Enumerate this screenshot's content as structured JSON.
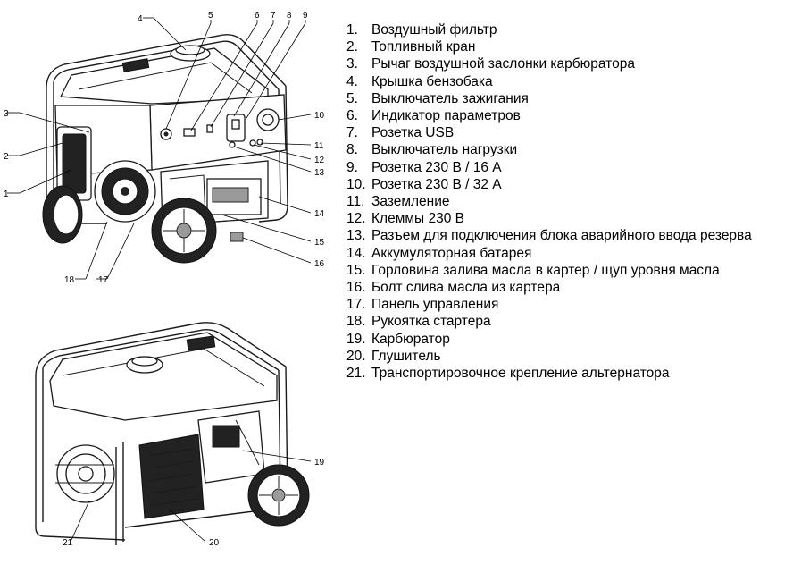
{
  "parts": [
    {
      "num": "1.",
      "label": "Воздушный фильтр"
    },
    {
      "num": "2.",
      "label": "Топливный кран"
    },
    {
      "num": "3.",
      "label": "Рычаг воздушной заслонки карбюратора"
    },
    {
      "num": "4.",
      "label": "Крышка бензобака"
    },
    {
      "num": "5.",
      "label": "Выключатель зажигания"
    },
    {
      "num": "6.",
      "label": "Индикатор параметров"
    },
    {
      "num": "7.",
      "label": "Розетка USB"
    },
    {
      "num": "8.",
      "label": "Выключатель нагрузки"
    },
    {
      "num": "9.",
      "label": "Розетка 230 В / 16 А"
    },
    {
      "num": "10.",
      "label": "Розетка 230 В / 32 А"
    },
    {
      "num": "11.",
      "label": "Заземление"
    },
    {
      "num": "12.",
      "label": "Клеммы 230 В"
    },
    {
      "num": "13.",
      "label": "Разъем для подключения блока аварийного ввода резерва"
    },
    {
      "num": "14.",
      "label": "Аккумуляторная батарея"
    },
    {
      "num": "15.",
      "label": "Горловина залива масла в картер / щуп уровня масла"
    },
    {
      "num": "16.",
      "label": "Болт слива масла из картера"
    },
    {
      "num": "17.",
      "label": "Панель управления"
    },
    {
      "num": "18.",
      "label": "Рукоятка стартера"
    },
    {
      "num": "19.",
      "label": "Карбюратор"
    },
    {
      "num": "20.",
      "label": "Глушитель"
    },
    {
      "num": "21.",
      "label": "Транспортировочное крепление альтернатора"
    }
  ],
  "callouts": [
    "1",
    "2",
    "3",
    "4",
    "5",
    "6",
    "7",
    "8",
    "9",
    "10",
    "11",
    "12",
    "13",
    "14",
    "15",
    "16",
    "17",
    "18",
    "19",
    "20",
    "21"
  ]
}
